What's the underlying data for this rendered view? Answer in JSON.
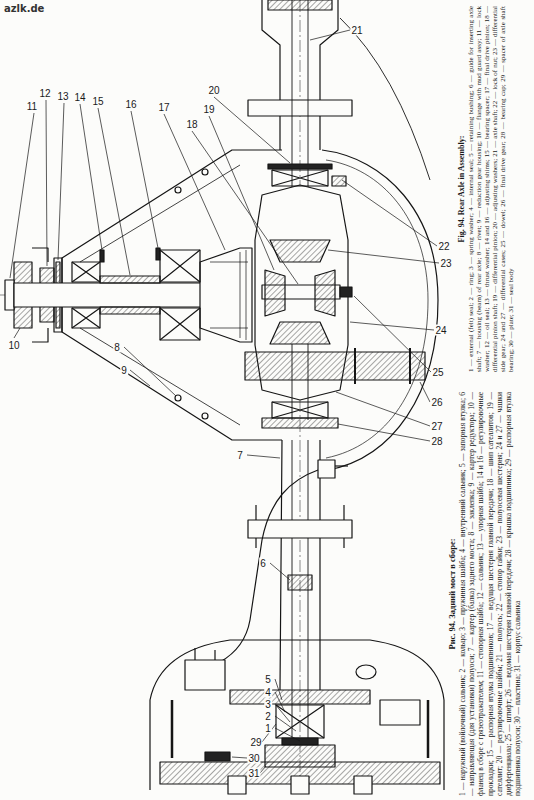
{
  "diagram": {
    "labels": [
      "azlk.de",
      "1",
      "2",
      "3",
      "4",
      "5",
      "6",
      "7",
      "8",
      "9",
      "10",
      "11",
      "12",
      "13",
      "14",
      "15",
      "16",
      "17",
      "18",
      "19",
      "20",
      "21",
      "22",
      "23",
      "24",
      "25",
      "26",
      "27",
      "28",
      "29",
      "30",
      "31",
      "Рис. 94. Задний мост в сборе:",
      "1 — наружный (войлочный) сальник; 2 — кольцо; 3 — пружинная шайба; 4 — внутренний сальник; 5 — запорная втулка; 6 — направляющая (для установки) полуоси; 7 — картер (балка) заднего моста; 8 — заклепка; 9 — картер редуктора; 10 — фланец в сборе с грязеотражателем; 11 — стопорная шайба; 12 — сальник; 13 — упорная шайба; 14 и 16 — регулировочные прокладки; 15 — распорная втулка подшипников; 17 — ведущая шестерня главной передачи; 18 — шип сателлитов; 19 — сателлит; 20 — регулировочные шайбы; 21 — полуось; 22 — стопор гайки; 23 — полуосевая шестерня; 24 и 27 — чашки дифференциала; 25 — штифт; 26 — ведомая шестерня главной передачи; 28 — крышка подшипника; 29 — распорная втулка подшипника полуоси; 30 — пластина; 31 — корпус сальника",
      "Fig. 94. Rear Axle in Assembly:",
      "1 — external (felt) seal; 2 — ring; 3 — spring washer; 4 — internal seal; 5 — retaining bushing; 6 — guide for inserting axle shaft; 7 — housing (beam) of rear axle; 8 — rivet; 9 — reduction gear housing; 10 — flange with mud guard assy; 11 — lock washer; 12 — oil seal; 13 — thrust washer; 14 and 16 — adjusting shims; 15 — bearing spacer; 17 — final drive pinion; 18 — differential pinion shaft; 19 — differential pinion; 20 — adjusting washers; 21 — axle shaft; 22 — lock of nut; 23 — differential side gear; 24 and 27 — differential cases; 25 — dowel; 26 — final drive gear; 28 — bearing cap; 29 — spacer of axle shaft bearing; 30 — plate; 31 — seal body"
    ]
  }
}
